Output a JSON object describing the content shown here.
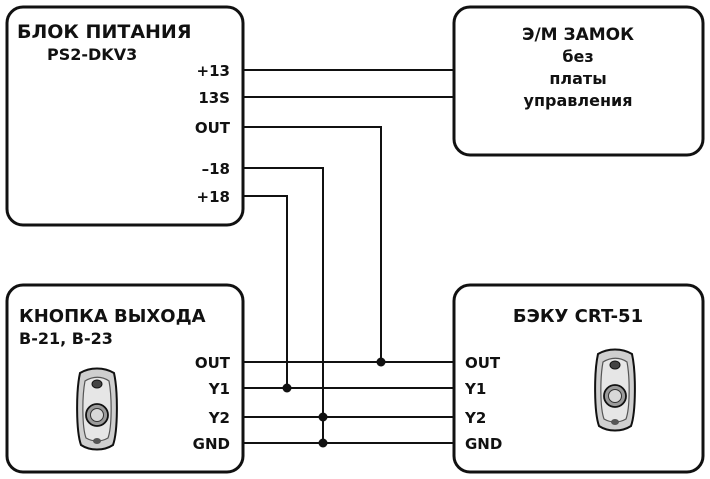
{
  "colors": {
    "stroke": "#111111",
    "fill": "#ffffff",
    "device_body": "#c9c9c9",
    "device_dark": "#6f6f6f"
  },
  "blocks": {
    "psu": {
      "title": "БЛОК ПИТАНИЯ",
      "model": "PS2-DKV3",
      "pins": [
        "+13",
        "13S",
        "OUT",
        "–18",
        "+18"
      ]
    },
    "lock": {
      "lines": [
        "Э/М ЗАМОК",
        "без",
        "платы",
        "управления"
      ]
    },
    "button": {
      "title": "КНОПКА ВЫХОДА",
      "model": "В-21, В-23",
      "pins": [
        "OUT",
        "Y1",
        "Y2",
        "GND"
      ],
      "icon": "exit-button-icon"
    },
    "controller": {
      "title": "БЭКУ CRT-51",
      "pins": [
        "OUT",
        "Y1",
        "Y2",
        "GND"
      ],
      "icon": "reader-device-icon"
    }
  }
}
